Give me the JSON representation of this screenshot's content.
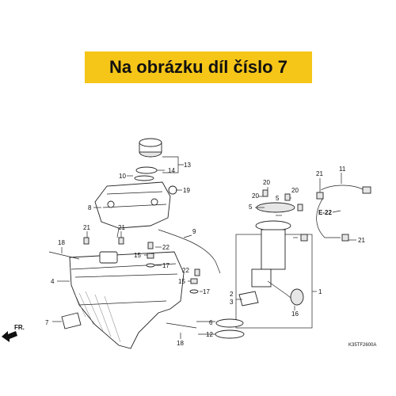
{
  "banner": {
    "text": "Na obrázku díl číslo 7",
    "color": "#f5c518"
  },
  "diagram": {
    "catalog_code": "K35TF2600A",
    "front_marker": "FR.",
    "ref_label": "E-22",
    "callouts": {
      "c1": "1",
      "c2": "2",
      "c3": "3",
      "c4": "4",
      "c5a": "5",
      "c5b": "5",
      "c6": "6",
      "c7": "7",
      "c8": "8",
      "c9": "9",
      "c10": "10",
      "c11": "11",
      "c12": "12",
      "c13": "13",
      "c14": "14",
      "c15a": "15",
      "c15b": "15",
      "c16": "16",
      "c17a": "17",
      "c17b": "17",
      "c18a": "18",
      "c18b": "18",
      "c19": "19",
      "c20a": "20",
      "c20b": "20",
      "c20c": "20",
      "c21a": "21",
      "c21b": "21",
      "c21c": "21",
      "c21d": "21",
      "c22a": "22",
      "c22b": "22"
    }
  }
}
